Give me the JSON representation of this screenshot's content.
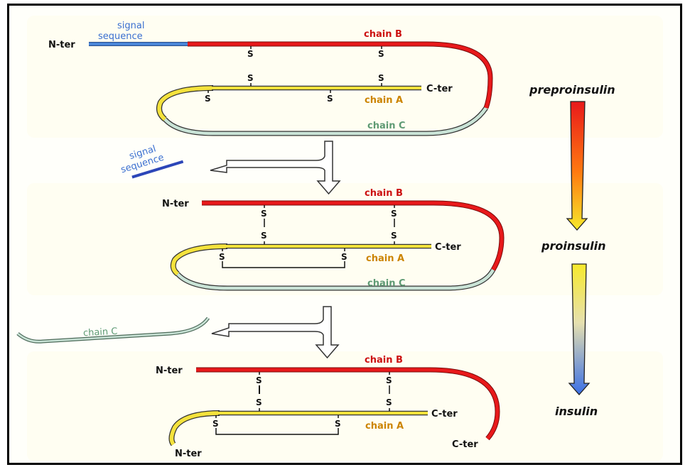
{
  "title": "Insulin processing: preproinsulin to proinsulin to insulin",
  "colors": {
    "signal_sequence": "#4a86d8",
    "chain_b": "#e8191b",
    "chain_a": "#f4e23c",
    "chain_c": "#c9e3d6",
    "chain_c_outline": "#4d6b5a",
    "label_signal": "#3a6fd0",
    "label_chain_b": "#cc1111",
    "label_chain_a": "#cc8400",
    "label_chain_c": "#5e9a74",
    "released_signal_bar": "#2c46b8"
  },
  "labels": {
    "n_ter": "N-ter",
    "c_ter": "C-ter",
    "sulfur": "S",
    "signal_sequence_line1": "signal",
    "signal_sequence_line2": "sequence",
    "chain_a": "chain A",
    "chain_b": "chain B",
    "chain_c": "chain C"
  },
  "stages": [
    {
      "name": "preproinsulin",
      "label": "preproinsulin"
    },
    {
      "name": "proinsulin",
      "label": "proinsulin"
    },
    {
      "name": "insulin",
      "label": "insulin"
    }
  ],
  "released_fragments": [
    {
      "step": 1,
      "label_line1": "signal",
      "label_line2": "sequence"
    },
    {
      "step": 2,
      "label": "chain C"
    }
  ],
  "process_arrows": [
    {
      "from": "preproinsulin",
      "to": "proinsulin",
      "gradient": [
        "#e8191b",
        "#ff7a10",
        "#f7e92c"
      ]
    },
    {
      "from": "proinsulin",
      "to": "insulin",
      "gradient": [
        "#f7e92c",
        "#e6e0b0",
        "#3a6fe6"
      ]
    }
  ]
}
